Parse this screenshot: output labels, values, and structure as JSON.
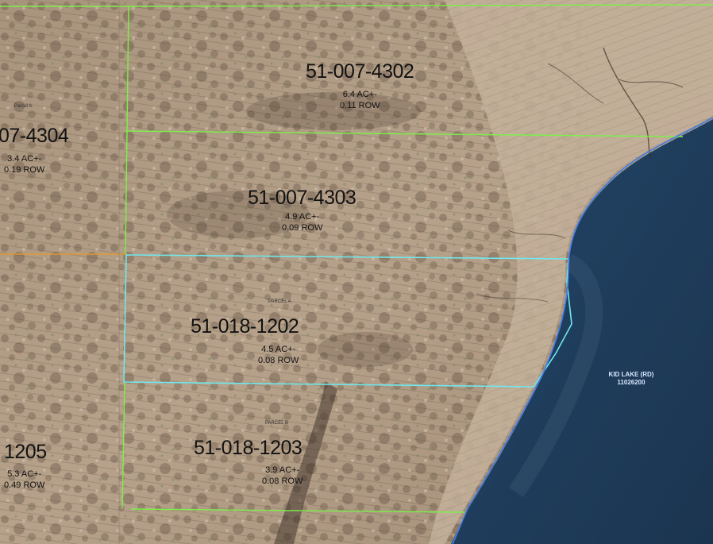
{
  "map": {
    "colors": {
      "land": "#b8a48e",
      "water": "#1f3d59",
      "shore": "#cdb9a3",
      "parcel_line": "#7cf04a",
      "selected_parcel": "#6fe8ee",
      "lake_boundary": "#3f7ee8",
      "road_line": "#e79a2a"
    },
    "parcels": [
      {
        "id": "51-007-4302",
        "acres": "6.4 AC+-",
        "row": "0.11 ROW"
      },
      {
        "id": "07-4304",
        "acres": "3.4 AC+-",
        "row": "0.19 ROW"
      },
      {
        "id": "51-007-4303",
        "acres": "4.9 AC+-",
        "row": "0.09 ROW"
      },
      {
        "id": "51-018-1202",
        "acres": "4.5 AC+-",
        "row": "0.08 ROW",
        "selected": true
      },
      {
        "id": "1205",
        "acres": "5.3 AC+-",
        "row": "0.49 ROW"
      },
      {
        "id": "51-018-1203",
        "acres": "3.9 AC+-",
        "row": "0.08 ROW"
      }
    ],
    "small_labels": {
      "parcel_a_left": "Parcel A",
      "parcel_a": "PARCEL A",
      "parcel_b": "PARCEL B"
    },
    "lake": {
      "name": "KID LAKE (RD)",
      "code": "11026200"
    }
  }
}
